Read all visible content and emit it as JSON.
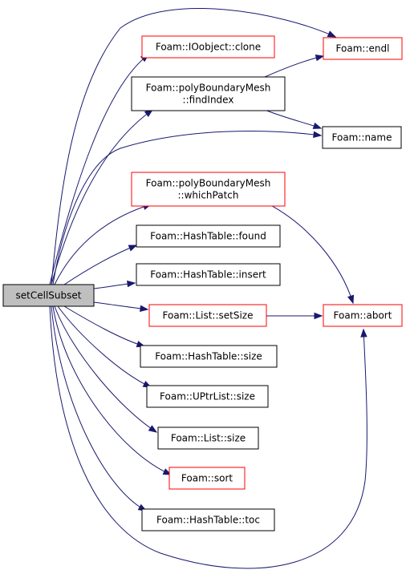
{
  "colors": {
    "root_fill": "#bfbfbf",
    "root_border": "#000000",
    "node_fill": "#ffffff",
    "node_border": "#000000",
    "truncated_border": "#ff0000",
    "edge": "#191970"
  },
  "nodes": [
    {
      "id": "root",
      "lines": [
        "setCellSubset"
      ],
      "style": "root"
    },
    {
      "id": "endl",
      "lines": [
        "Foam::endl"
      ],
      "style": "truncated"
    },
    {
      "id": "clone",
      "lines": [
        "Foam::IOobject::clone"
      ],
      "style": "truncated"
    },
    {
      "id": "findIndex",
      "lines": [
        "Foam::polyBoundaryMesh",
        "::findIndex"
      ],
      "style": "normal"
    },
    {
      "id": "name",
      "lines": [
        "Foam::name"
      ],
      "style": "normal"
    },
    {
      "id": "whichPatch",
      "lines": [
        "Foam::polyBoundaryMesh",
        "::whichPatch"
      ],
      "style": "truncated"
    },
    {
      "id": "found",
      "lines": [
        "Foam::HashTable::found"
      ],
      "style": "normal"
    },
    {
      "id": "insert",
      "lines": [
        "Foam::HashTable::insert"
      ],
      "style": "normal"
    },
    {
      "id": "setSize",
      "lines": [
        "Foam::List::setSize"
      ],
      "style": "truncated"
    },
    {
      "id": "abort",
      "lines": [
        "Foam::abort"
      ],
      "style": "truncated"
    },
    {
      "id": "htsize",
      "lines": [
        "Foam::HashTable::size"
      ],
      "style": "normal"
    },
    {
      "id": "uptrsize",
      "lines": [
        "Foam::UPtrList::size"
      ],
      "style": "normal"
    },
    {
      "id": "listsize",
      "lines": [
        "Foam::List::size"
      ],
      "style": "normal"
    },
    {
      "id": "sort",
      "lines": [
        "Foam::sort"
      ],
      "style": "truncated"
    },
    {
      "id": "toc",
      "lines": [
        "Foam::HashTable::toc"
      ],
      "style": "normal"
    }
  ],
  "edges": [
    {
      "from": "root",
      "to": "endl"
    },
    {
      "from": "root",
      "to": "clone"
    },
    {
      "from": "root",
      "to": "findIndex"
    },
    {
      "from": "root",
      "to": "name"
    },
    {
      "from": "root",
      "to": "whichPatch"
    },
    {
      "from": "root",
      "to": "found"
    },
    {
      "from": "root",
      "to": "insert"
    },
    {
      "from": "root",
      "to": "setSize"
    },
    {
      "from": "root",
      "to": "htsize"
    },
    {
      "from": "root",
      "to": "uptrsize"
    },
    {
      "from": "root",
      "to": "listsize"
    },
    {
      "from": "root",
      "to": "sort"
    },
    {
      "from": "root",
      "to": "toc"
    },
    {
      "from": "root",
      "to": "abort"
    },
    {
      "from": "findIndex",
      "to": "endl"
    },
    {
      "from": "findIndex",
      "to": "name"
    },
    {
      "from": "whichPatch",
      "to": "abort"
    },
    {
      "from": "setSize",
      "to": "abort"
    }
  ]
}
